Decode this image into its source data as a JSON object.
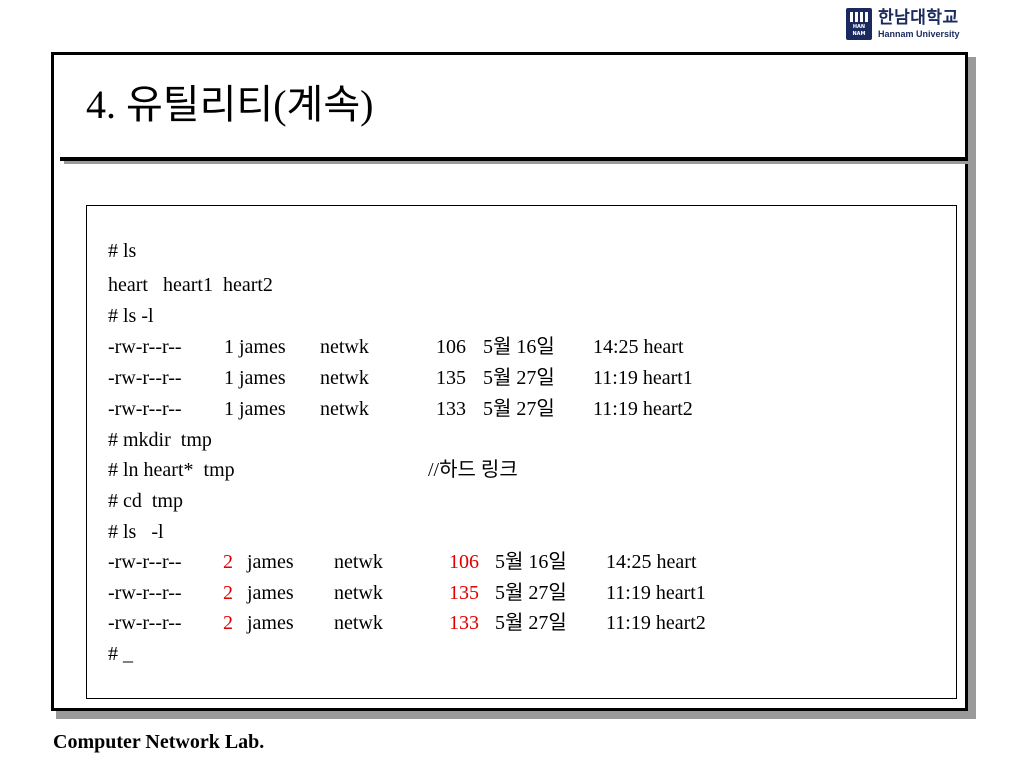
{
  "header": {
    "logo_text_kr": "한남대학교",
    "logo_text_en": "Hannam University",
    "emblem_text_top": "HAN",
    "emblem_text_bottom": "NAM",
    "brand_color": "#1b2a5e"
  },
  "slide": {
    "title": "4. 유틸리티(계속)"
  },
  "terminal": {
    "highlight_color": "#e00000",
    "lines": [
      [
        "# ls"
      ],
      [
        "heart   heart1  heart2"
      ],
      [
        "# ls -l"
      ],
      [
        "-rw-r--r--",
        "1 james",
        "netwk",
        "106",
        "5월 16일",
        "14:25 heart"
      ],
      [
        "-rw-r--r--",
        "1 james",
        "netwk",
        "135",
        "5월 27일",
        "11:19 heart1"
      ],
      [
        "-rw-r--r--",
        "1 james",
        "netwk",
        "133",
        "5월 27일",
        "11:19 heart2"
      ],
      [
        "# mkdir  tmp"
      ],
      [
        "# ln heart*  tmp",
        "//하드 링크"
      ],
      [
        "# cd  tmp"
      ],
      [
        "# ls   -l"
      ],
      [
        "-rw-r--r--",
        "2",
        "james",
        "netwk",
        "106",
        "5월 16일",
        "14:25 heart"
      ],
      [
        "-rw-r--r--",
        "2",
        "james",
        "netwk",
        "135",
        "5월 27일",
        "11:19 heart1"
      ],
      [
        "-rw-r--r--",
        "2",
        "james",
        "netwk",
        "133",
        "5월 27일",
        "11:19 heart2"
      ],
      [
        "# _"
      ]
    ]
  },
  "footer": {
    "text": "Computer Network Lab."
  }
}
